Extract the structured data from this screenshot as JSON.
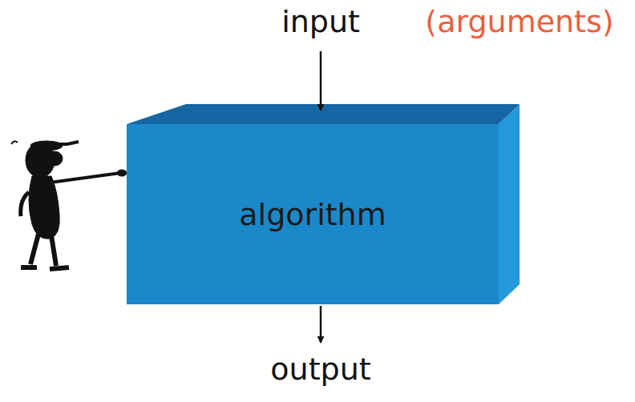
{
  "diagram": {
    "nodes": [
      {
        "text": [
          "algorithm"
        ]
      }
    ],
    "labels": [
      "input",
      "(arguments)",
      "output"
    ]
  }
}
